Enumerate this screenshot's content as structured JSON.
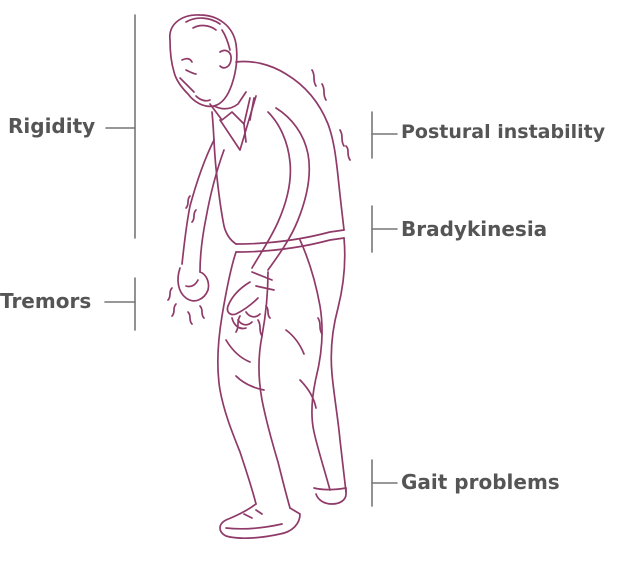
{
  "labels": {
    "rigidity": "Rigidity",
    "tremors": "Tremors",
    "postural_instability": "Postural instability",
    "bradykinesia": "Bradykinesia",
    "gait_problems": "Gait problems"
  },
  "colors": {
    "illustration_stroke": "#8f3a68",
    "bracket_line": "#777777",
    "label_text": "#555555"
  }
}
